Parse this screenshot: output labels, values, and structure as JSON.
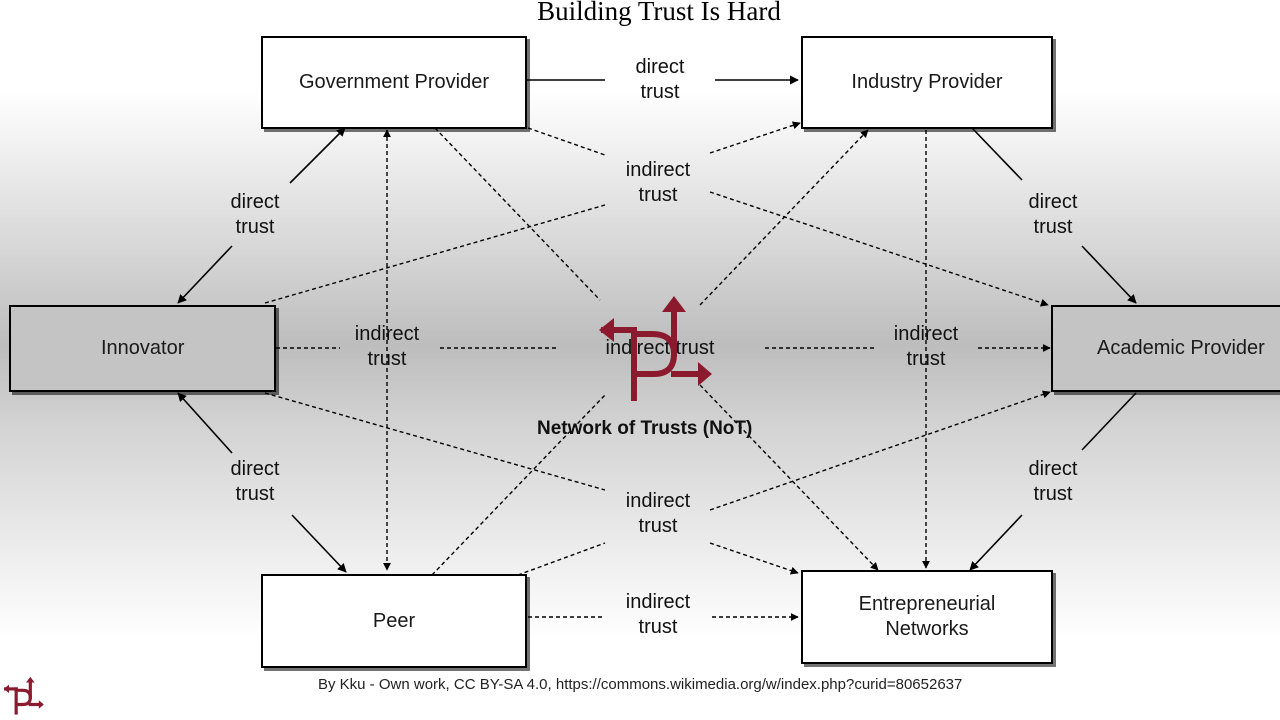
{
  "title": "Building Trust Is Hard",
  "nodes": {
    "government": "Government Provider",
    "industry": "Industry Provider",
    "innovator": "Innovator",
    "academic": "Academic Provider",
    "peer": "Peer",
    "entrepreneurial": "Entrepreneurial Networks"
  },
  "edge_labels": {
    "direct": "direct trust",
    "indirect": "indirect trust"
  },
  "center_label": "Network of Trusts (NoT)",
  "attribution": "By Kku - Own work, CC BY-SA 4.0, https://commons.wikimedia.org/w/index.php?curid=80652637",
  "colors": {
    "logo": "#8b1a2f",
    "line": "#000000"
  },
  "icons": {
    "center": "not-logo-icon",
    "corner": "not-logo-icon"
  }
}
